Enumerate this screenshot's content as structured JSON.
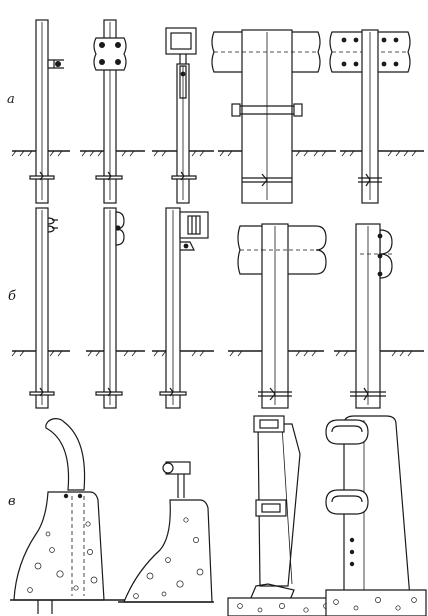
{
  "row_labels": {
    "a": "а",
    "b": "б",
    "c": "в"
  }
}
